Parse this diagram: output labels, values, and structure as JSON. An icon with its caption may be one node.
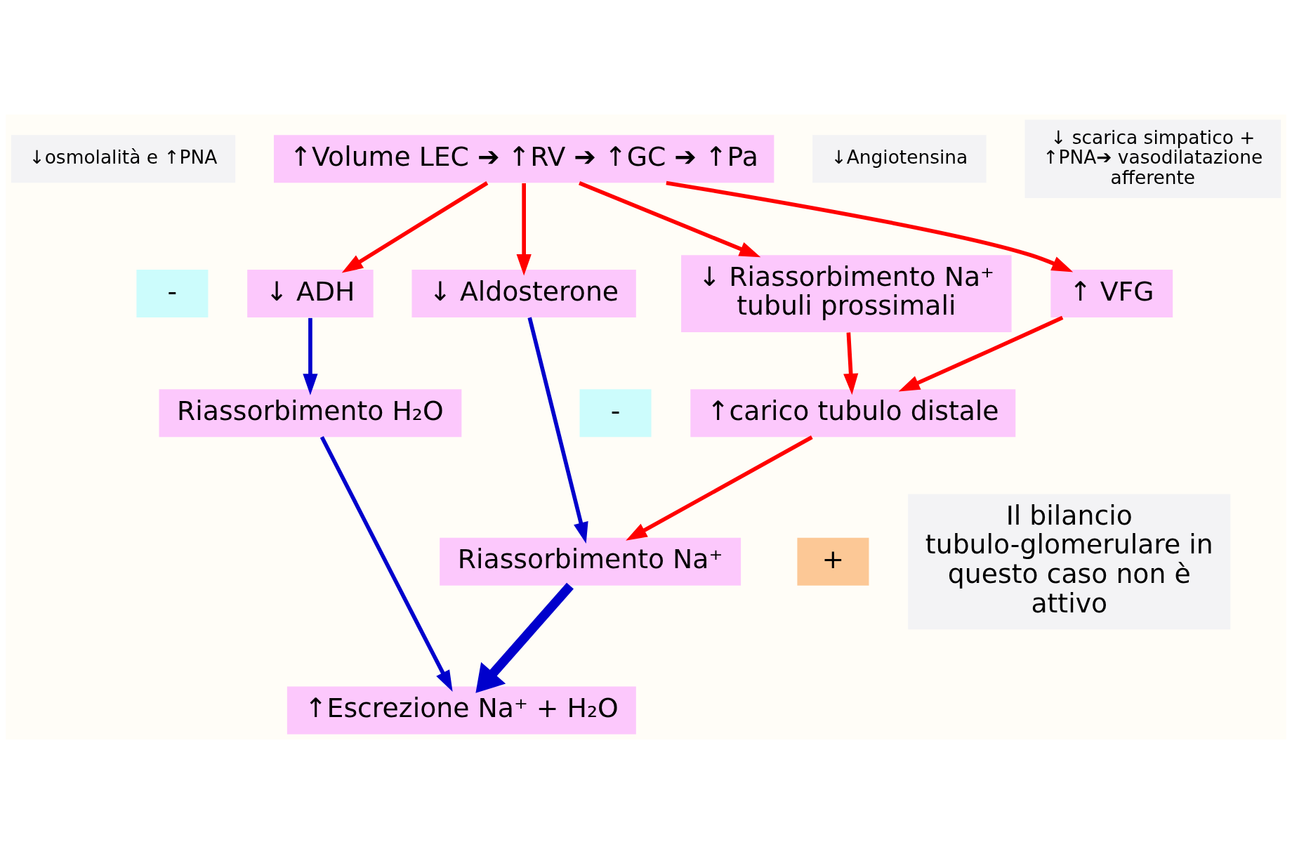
{
  "diagram": {
    "nodes": [
      {
        "text": [
          "↓osmolalità e ↑PNA"
        ]
      },
      {
        "text": [
          "↑Volume LEC ➔ ↑RV ➔ ↑GC ➔ ↑Pa"
        ]
      },
      {
        "text": [
          "↓ scarica simpatico + ↑PNA➔ vasodilatazione afferente"
        ]
      },
      {
        "text": [
          "↓Angiotensina"
        ]
      },
      {
        "text": [
          "↓ ADH"
        ]
      },
      {
        "text": [
          "↓ Aldosterone"
        ]
      },
      {
        "text": [
          "↑ VFG"
        ]
      },
      {
        "text": [
          "↓ Riassorbimento Na⁺ tubuli prossimali"
        ]
      },
      {
        "text": [
          "↑carico tubulo distale"
        ]
      },
      {
        "text": [
          "+"
        ]
      },
      {
        "text": [
          "-"
        ]
      },
      {
        "text": [
          "-"
        ]
      },
      {
        "text": [
          "Riassorbimento Na⁺"
        ]
      },
      {
        "text": [
          "Riassorbimento H₂O"
        ]
      },
      {
        "text": [
          "Il bilancio tubulo-glomerulare in questo caso non è attivo"
        ]
      },
      {
        "text": [
          "↑Escrezione Na⁺ + H₂O"
        ]
      }
    ],
    "edges": [
      {
        "from": 1,
        "to": 4,
        "arrow": "to"
      },
      {
        "from": 1,
        "to": 5,
        "arrow": "to"
      },
      {
        "from": 1,
        "to": 6,
        "arrow": "to"
      },
      {
        "from": 1,
        "to": 7,
        "arrow": "to"
      },
      {
        "from": 6,
        "to": 8,
        "arrow": "to"
      },
      {
        "from": 7,
        "to": 8,
        "arrow": "to"
      },
      {
        "from": 8,
        "to": 12,
        "arrow": "to"
      },
      {
        "from": 4,
        "to": 13,
        "arrow": "to",
        "color": "#0000cc"
      },
      {
        "from": 5,
        "to": 12,
        "arrow": "to",
        "color": "#0000cc"
      },
      {
        "from": 13,
        "to": 15,
        "arrow": "to",
        "color": "#0000cc"
      },
      {
        "from": 12,
        "to": 15,
        "arrow": "to",
        "color": "#0000cc",
        "style": "thick"
      }
    ]
  }
}
